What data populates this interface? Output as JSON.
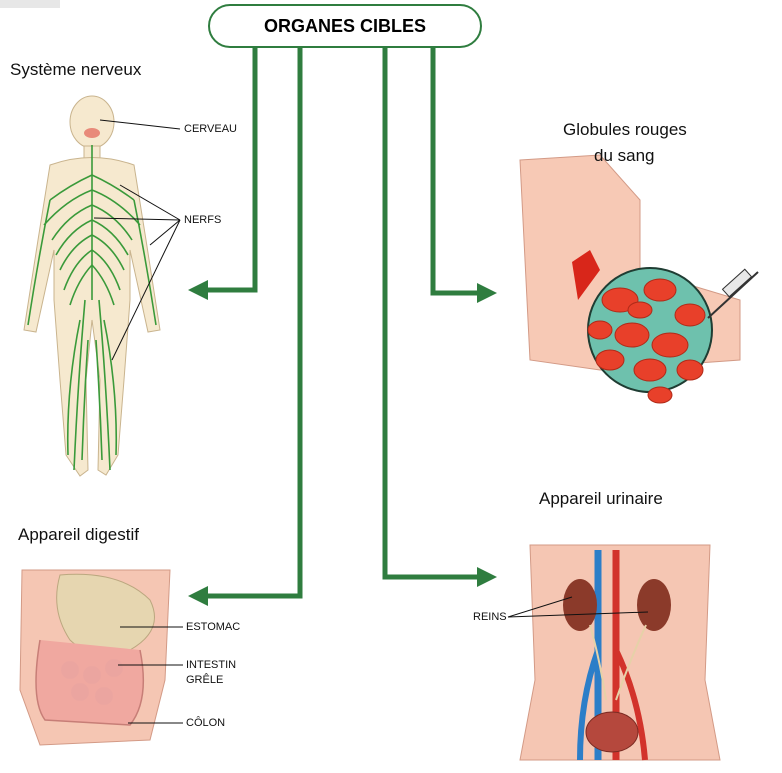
{
  "title": "ORGANES CIBLES",
  "sections": {
    "nervous": {
      "caption": "Système nerveux",
      "labels": [
        "CERVEAU",
        "NERFS"
      ]
    },
    "blood": {
      "caption_line1": "Globules rouges",
      "caption_line2": "du sang"
    },
    "digestive": {
      "caption": "Appareil digestif",
      "labels": [
        "ESTOMAC",
        "INTESTIN",
        "GRÊLE",
        "CÔLON"
      ]
    },
    "urinary": {
      "caption": "Appareil urinaire",
      "labels": [
        "REINS"
      ]
    }
  },
  "colors": {
    "arrow": "#2f7d3f",
    "nerve": "#3a9a3a",
    "skin": "#f6e9cf",
    "body_pink": "#f5c6b3",
    "rbc": "#e8402a",
    "kidney": "#8b3a2a"
  }
}
